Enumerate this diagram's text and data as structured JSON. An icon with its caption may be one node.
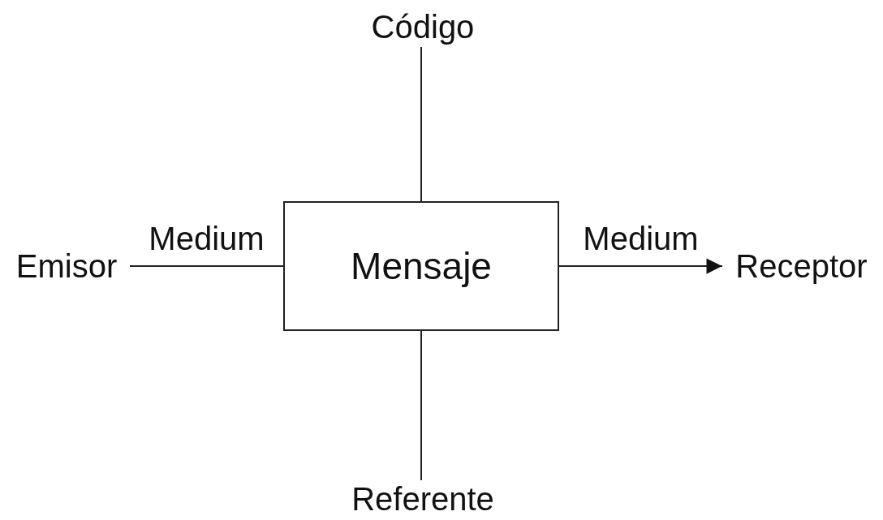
{
  "diagram": {
    "nodes": [
      {
        "text": [
          "Código"
        ]
      },
      {
        "text": [
          "Emisor"
        ]
      },
      {
        "text": [
          "Mensaje"
        ]
      },
      {
        "text": [
          "Receptor"
        ]
      },
      {
        "text": [
          "Referente"
        ]
      }
    ],
    "edges": [
      {
        "from": 0,
        "to": 2,
        "arrow": "none"
      },
      {
        "from": 1,
        "to": 2,
        "arrow": "none",
        "label": "Medium"
      },
      {
        "from": 2,
        "to": 3,
        "arrow": "to",
        "label": "Medium"
      },
      {
        "from": 2,
        "to": 4,
        "arrow": "none"
      }
    ]
  }
}
